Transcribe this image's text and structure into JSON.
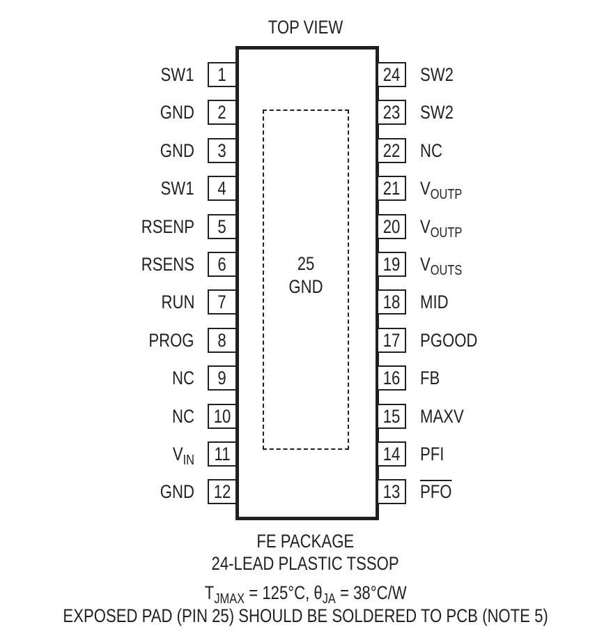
{
  "diagram": {
    "title": "TOP VIEW",
    "exposed_pad": {
      "number": "25",
      "name": "GND"
    },
    "left_pins": [
      {
        "number": "1",
        "name": "SW1"
      },
      {
        "number": "2",
        "name": "GND"
      },
      {
        "number": "3",
        "name": "GND"
      },
      {
        "number": "4",
        "name": "SW1"
      },
      {
        "number": "5",
        "name": "RSENP"
      },
      {
        "number": "6",
        "name": "RSENS"
      },
      {
        "number": "7",
        "name": "RUN"
      },
      {
        "number": "8",
        "name": "PROG"
      },
      {
        "number": "9",
        "name": "NC"
      },
      {
        "number": "10",
        "name": "NC"
      },
      {
        "number": "11",
        "name": "V",
        "sub": "IN"
      },
      {
        "number": "12",
        "name": "GND"
      }
    ],
    "right_pins": [
      {
        "number": "24",
        "name": "SW2"
      },
      {
        "number": "23",
        "name": "SW2"
      },
      {
        "number": "22",
        "name": "NC"
      },
      {
        "number": "21",
        "name": "V",
        "sub": "OUTP"
      },
      {
        "number": "20",
        "name": "V",
        "sub": "OUTP"
      },
      {
        "number": "19",
        "name": "V",
        "sub": "OUTS"
      },
      {
        "number": "18",
        "name": "MID"
      },
      {
        "number": "17",
        "name": "PGOOD"
      },
      {
        "number": "16",
        "name": "FB"
      },
      {
        "number": "15",
        "name": "MAXV"
      },
      {
        "number": "14",
        "name": "PFI"
      },
      {
        "number": "13",
        "name": "PFO",
        "overline": true
      }
    ],
    "package": {
      "line1": "FE PACKAGE",
      "line2": "24-LEAD PLASTIC TSSOP",
      "thermal": {
        "t_symbol": "T",
        "t_sub": "JMAX",
        "t_value": " = 125°C, ",
        "theta_symbol": "θ",
        "theta_sub": "JA",
        "theta_value": " = 38°C/W"
      },
      "note": "EXPOSED PAD (PIN 25) SHOULD BE SOLDERED TO PCB (NOTE 5)"
    }
  }
}
